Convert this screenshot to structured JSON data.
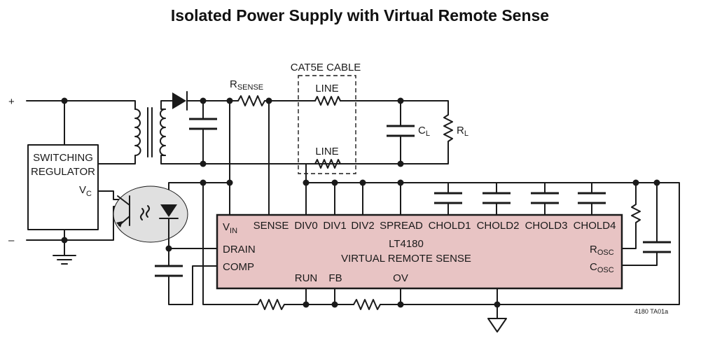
{
  "title": "Isolated Power Supply with Virtual Remote Sense",
  "labels": {
    "plus": "+",
    "minus": "–",
    "switching_regulator_line1": "SWITCHING",
    "switching_regulator_line2": "REGULATOR",
    "vc": "V",
    "vc_sub": "C",
    "rsense": "R",
    "rsense_sub": "SENSE",
    "cat5e_cable": "CAT5E CABLE",
    "line_top": "LINE",
    "line_bottom": "LINE",
    "cl": "C",
    "cl_sub": "L",
    "rl": "R",
    "rl_sub": "L",
    "part_ref": "4180 TA01a"
  },
  "ic": {
    "name": "LT4180",
    "subtitle": "VIRTUAL REMOTE SENSE",
    "fill_color": "#e8c4c4",
    "pins": {
      "vin": "V",
      "vin_sub": "IN",
      "sense": "SENSE",
      "div0": "DIV0",
      "div1": "DIV1",
      "div2": "DIV2",
      "spread": "SPREAD",
      "chold1": "CHOLD1",
      "chold2": "CHOLD2",
      "chold3": "CHOLD3",
      "chold4": "CHOLD4",
      "drain": "DRAIN",
      "comp": "COMP",
      "run": "RUN",
      "fb": "FB",
      "ov": "OV",
      "rosc": "R",
      "rosc_sub": "OSC",
      "cosc": "C",
      "cosc_sub": "OSC"
    }
  },
  "colors": {
    "wire": "#1a1a1a",
    "optocoupler_fill": "#e0e0e0"
  }
}
